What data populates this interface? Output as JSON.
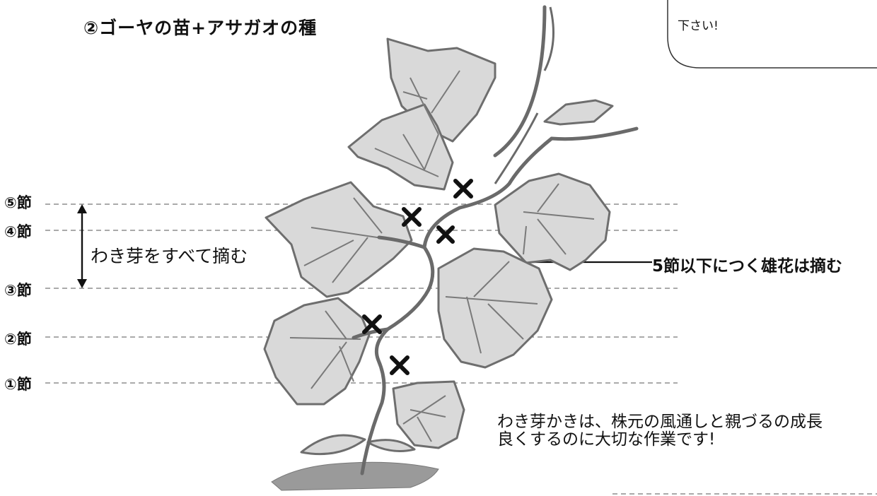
{
  "subtitle": "②ゴーヤの苗+アサガオの種",
  "callout_text": "下さい!",
  "node_labels": [
    "⑤節",
    "④節",
    "③節",
    "②節",
    "①節"
  ],
  "pinch_label": "わき芽をすべて摘む",
  "male_flower_label": "5節以下につく雄花は摘む",
  "note_lines": [
    "わき芽かきは、株元の風通しと親づるの成長",
    "良くするのに大切な作業です!"
  ],
  "colors": {
    "line": "#555555",
    "leaf_fill": "#d9d9d9",
    "leaf_stroke": "#6e6e6e",
    "ink": "#111111",
    "soil": "#8a8a8a"
  }
}
